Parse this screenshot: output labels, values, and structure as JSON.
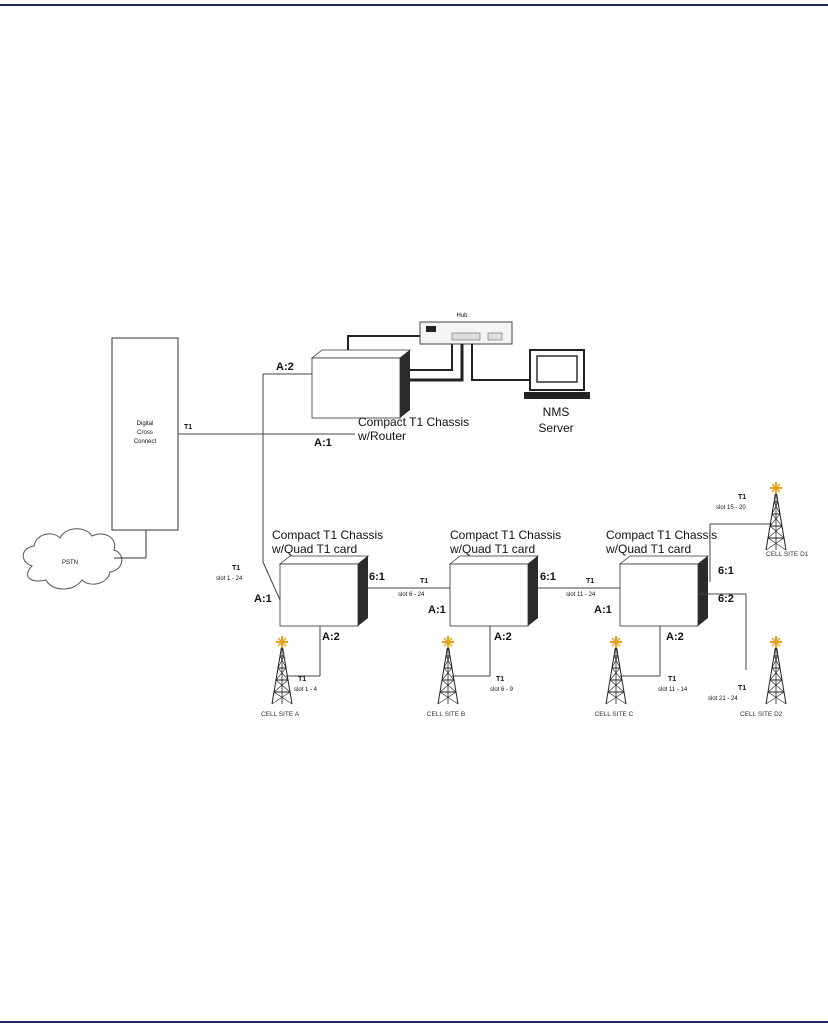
{
  "labels": {
    "hub": "Hub",
    "dcs": [
      "Digital",
      "Cross",
      "Connect"
    ],
    "pstn": "PSTN",
    "router_chassis": [
      "Compact T1 Chassis",
      "w/Router"
    ],
    "nms": [
      "NMS",
      "Server"
    ],
    "quad_chassis": [
      "Compact T1 Chassis",
      "w/Quad T1 card"
    ],
    "t1": "T1",
    "port_a1": "A:1",
    "port_a2": "A:2",
    "port_61": "6:1",
    "port_62": "6:2",
    "slot_main": "slot 1 - 24",
    "slot_1": "slot 6 - 24",
    "slot_2": "slot 11 - 24",
    "slot_a": "slot 1 - 4",
    "slot_b": "slot 6 - 9",
    "slot_c": "slot 11 - 14",
    "slot_d1": "slot 15 - 20",
    "slot_d2": "slot 21 - 24",
    "site_a": "CELL SITE A",
    "site_b": "CELL SITE B",
    "site_c": "CELL SITE C",
    "site_d1": "CELL SITE D1",
    "site_d2": "CELL SITE D2"
  },
  "colors": {
    "rule": "#1f2a5c",
    "antenna_tip": "#e8a21a",
    "box_shade": "#2a2a2a"
  }
}
